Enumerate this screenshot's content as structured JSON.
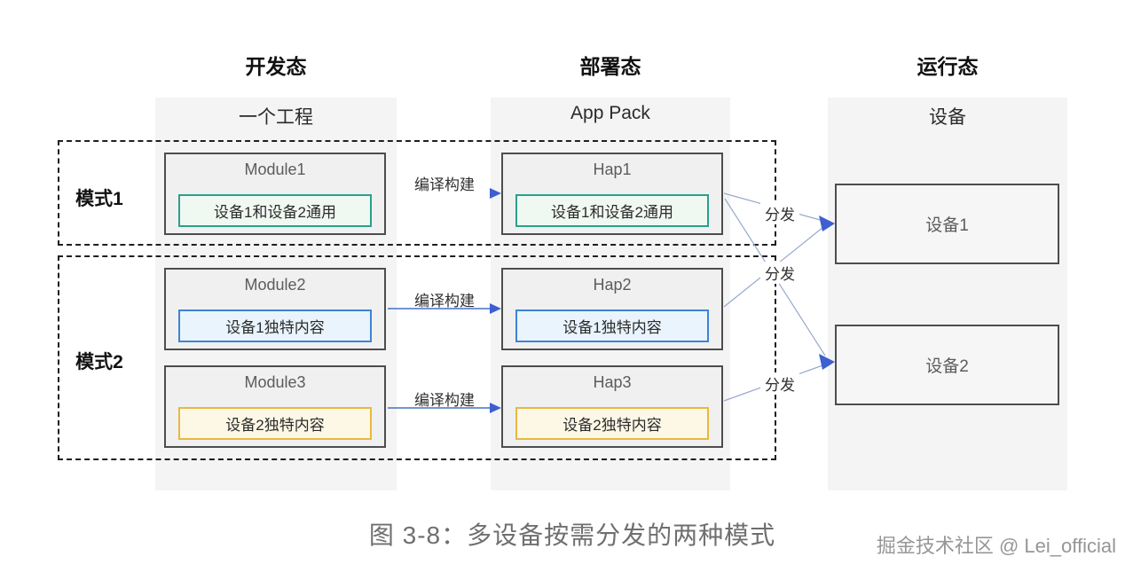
{
  "stages": {
    "dev": "开发态",
    "deploy": "部署态",
    "run": "运行态"
  },
  "columns": {
    "project": "一个工程",
    "app_pack": "App Pack",
    "device": "设备"
  },
  "modes": {
    "mode1": "模式1",
    "mode2": "模式2"
  },
  "boxes": {
    "module1": {
      "title": "Module1",
      "content": "设备1和设备2通用"
    },
    "hap1": {
      "title": "Hap1",
      "content": "设备1和设备2通用"
    },
    "module2": {
      "title": "Module2",
      "content": "设备1独特内容"
    },
    "hap2": {
      "title": "Hap2",
      "content": "设备1独特内容"
    },
    "module3": {
      "title": "Module3",
      "content": "设备2独特内容"
    },
    "hap3": {
      "title": "Hap3",
      "content": "设备2独特内容"
    }
  },
  "devices": {
    "device1": "设备1",
    "device2": "设备2"
  },
  "labels": {
    "build": "编译构建",
    "distribute": "分发"
  },
  "caption": "图 3-8：多设备按需分发的两种模式",
  "watermark": "掘金技术社区 @ Lei_official",
  "colors": {
    "common_border": "#2aa08e",
    "common_bg": "#f0f8f2",
    "device1_border": "#3f83d4",
    "device1_bg": "#e9f4fd",
    "device2_border": "#eab83f",
    "device2_bg": "#fdf8e6",
    "build_arrow": "#4472c4",
    "distribute_line": "#97a9cf",
    "arrow_head": "#3d5fd0"
  }
}
